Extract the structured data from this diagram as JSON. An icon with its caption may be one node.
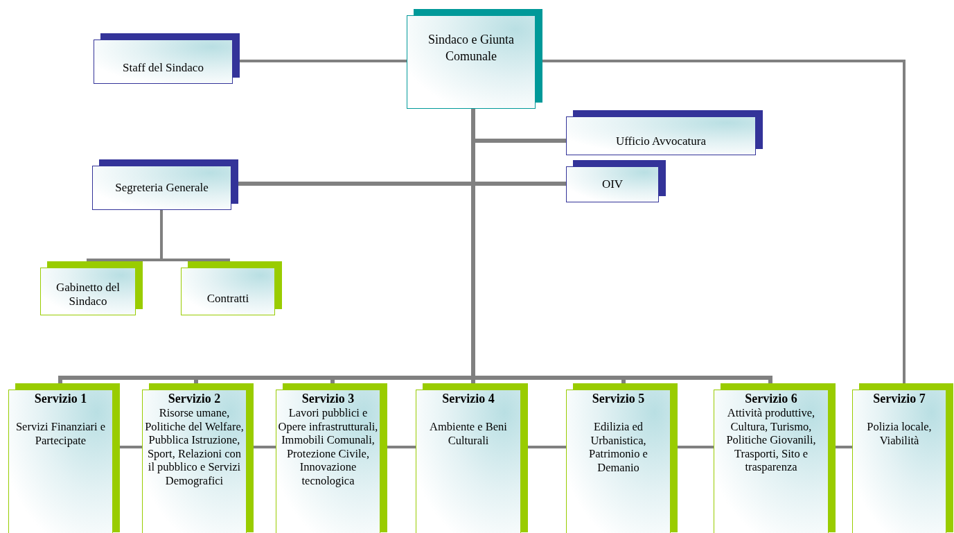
{
  "diagram": {
    "nodes": [
      {
        "text": [
          "Sindaco e Giunta Comunale"
        ]
      },
      {
        "text": [
          "Staff del Sindaco"
        ]
      },
      {
        "text": [
          "Ufficio Avvocatura"
        ]
      },
      {
        "text": [
          "Segreteria Generale"
        ]
      },
      {
        "text": [
          "OIV"
        ]
      },
      {
        "text": [
          "Gabinetto del Sindaco"
        ]
      },
      {
        "text": [
          "Contratti"
        ]
      },
      {
        "text": [
          "Servizio 1",
          "Servizi Finanziari e Partecipate"
        ]
      },
      {
        "text": [
          "Servizio 2",
          "Risorse umane, Politiche del Welfare, Pubblica Istruzione, Sport, Relazioni con il pubblico e Servizi Demografici"
        ]
      },
      {
        "text": [
          "Servizio 3",
          "Lavori pubblici e Opere infrastrutturali, Immobili Comunali, Protezione Civile, Innovazione tecnologica"
        ]
      },
      {
        "text": [
          "Servizio 4",
          "Ambiente e Beni Culturali"
        ]
      },
      {
        "text": [
          "Servizio 5",
          "Edilizia ed Urbanistica, Patrimonio e Demanio"
        ]
      },
      {
        "text": [
          "Servizio 6",
          "Attività produttive, Cultura, Turismo, Politiche Giovanili, Trasporti, Sito e trasparenza"
        ]
      },
      {
        "text": [
          "Servizio 7",
          "Polizia locale, Viabilità"
        ]
      }
    ],
    "edges": [
      {
        "from": 0,
        "to": 1,
        "arrow": "none"
      },
      {
        "from": 0,
        "to": 2,
        "arrow": "none"
      },
      {
        "from": 0,
        "to": 3,
        "arrow": "none"
      },
      {
        "from": 0,
        "to": 4,
        "arrow": "none"
      },
      {
        "from": 0,
        "to": 13,
        "arrow": "none"
      },
      {
        "from": 0,
        "to": 7,
        "arrow": "none"
      },
      {
        "from": 0,
        "to": 8,
        "arrow": "none"
      },
      {
        "from": 0,
        "to": 9,
        "arrow": "none"
      },
      {
        "from": 0,
        "to": 10,
        "arrow": "none"
      },
      {
        "from": 0,
        "to": 11,
        "arrow": "none"
      },
      {
        "from": 0,
        "to": 12,
        "arrow": "none"
      },
      {
        "from": 3,
        "to": 5,
        "arrow": "none"
      },
      {
        "from": 3,
        "to": 6,
        "arrow": "none"
      },
      {
        "from": 7,
        "to": 8,
        "arrow": "none"
      },
      {
        "from": 8,
        "to": 9,
        "arrow": "none"
      },
      {
        "from": 9,
        "to": 10,
        "arrow": "none"
      },
      {
        "from": 10,
        "to": 11,
        "arrow": "none"
      },
      {
        "from": 11,
        "to": 12,
        "arrow": "none"
      },
      {
        "from": 12,
        "to": 13,
        "arrow": "none"
      }
    ]
  }
}
